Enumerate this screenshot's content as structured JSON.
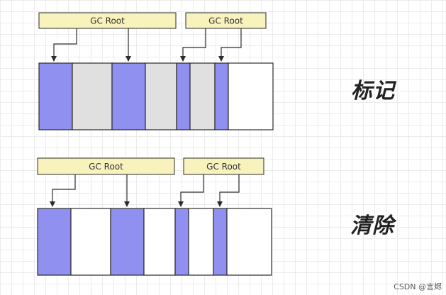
{
  "colors": {
    "reachable": "#9090f0",
    "unreachable": "#e0e0e0",
    "free": "#ffffff",
    "gc_root_box": "#f8f2bd",
    "border": "#2b2b2b"
  },
  "mark_phase": {
    "label": "标记",
    "gc_roots": [
      {
        "label": "GC Root"
      },
      {
        "label": "GC Root"
      }
    ],
    "blocks": [
      "reachable",
      "unreachable",
      "reachable",
      "unreachable",
      "reachable",
      "unreachable",
      "reachable",
      "free"
    ]
  },
  "sweep_phase": {
    "label": "清除",
    "gc_roots": [
      {
        "label": "GC Root"
      },
      {
        "label": "GC Root"
      }
    ],
    "blocks": [
      "reachable",
      "free",
      "reachable",
      "free",
      "reachable",
      "free",
      "reachable",
      "free"
    ]
  },
  "watermark": "CSDN @言烬"
}
